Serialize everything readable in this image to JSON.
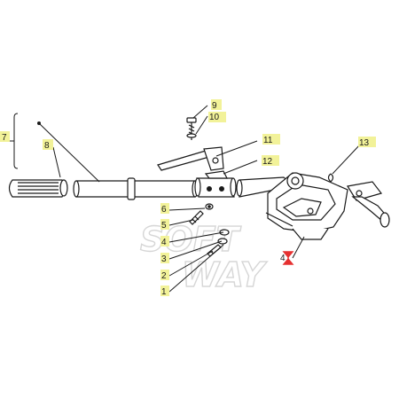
{
  "diagram": {
    "callouts": {
      "c1": "1",
      "c2": "2",
      "c3": "3",
      "c4": "4",
      "c5": "5",
      "c6": "6",
      "c7": "7",
      "c8": "8",
      "c9": "9",
      "c10": "10",
      "c11": "11",
      "c12": "12",
      "c13": "13",
      "c14": "4"
    },
    "watermark": {
      "line1": "SOFT",
      "line2": "WAY"
    },
    "colors": {
      "line": "#1a1a1a",
      "label_highlight": "#f2f299",
      "marker": "#e53030"
    }
  }
}
